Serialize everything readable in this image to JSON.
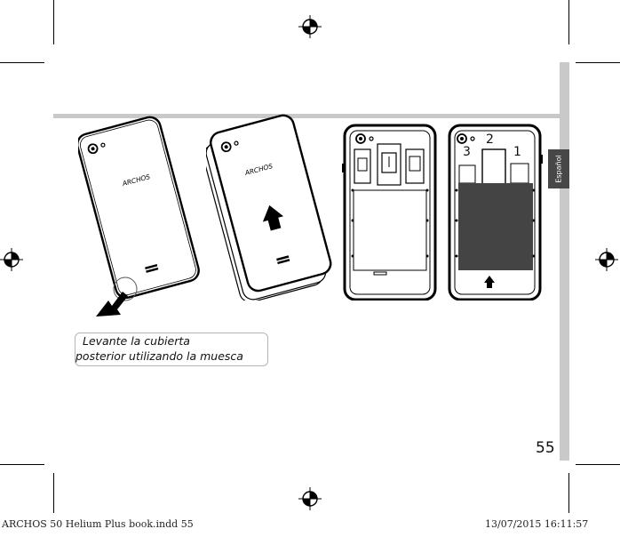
{
  "sidebar": {
    "tab_label": "Español"
  },
  "caption": {
    "line1": "Levante la cubierta",
    "line2": "posterior utilizando la muesca"
  },
  "phone": {
    "brand": "ARCHOS"
  },
  "sim_slots": {
    "slot3": "3",
    "slot2": "2",
    "slot1": "1"
  },
  "page_number": "55",
  "footer": {
    "file_info": "ARCHOS 50 Helium Plus book.indd   55",
    "timestamp": "13/07/2015   16:11:57"
  }
}
